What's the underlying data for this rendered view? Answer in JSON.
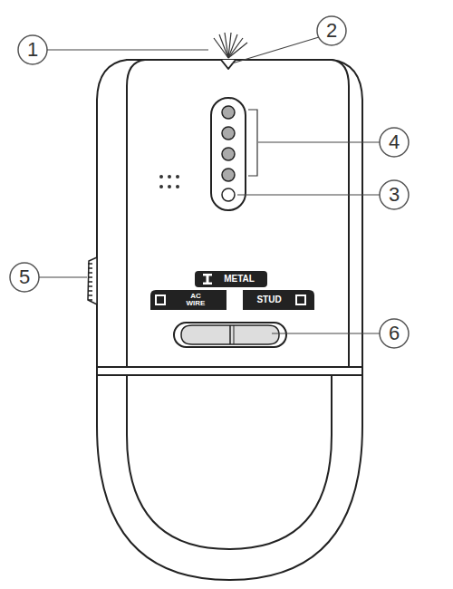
{
  "diagram": {
    "labels": [
      "1",
      "2",
      "3",
      "4",
      "5",
      "6",
      "METAL",
      "AC WIRE",
      "STUD"
    ]
  }
}
